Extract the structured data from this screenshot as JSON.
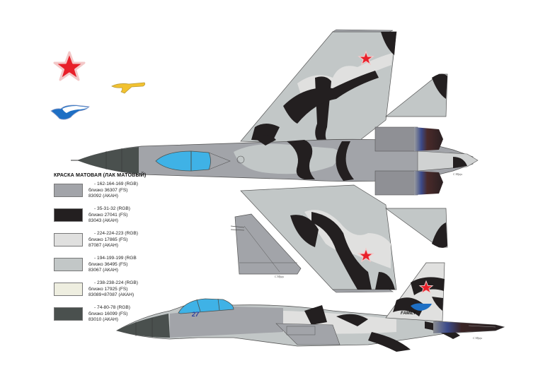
{
  "legend": {
    "title": "КРАСКА МАТОВАЯ (ЛАК МАТОВЫЙ)",
    "items": [
      {
        "rgb_line": "-   162-164-169 (RGB)",
        "fs_line": "близко 36307 (FS)",
        "akan_line": "83092 (АКАН)",
        "color": "#a2a4a9"
      },
      {
        "rgb_line": "-   35-31-32 (RGB)",
        "fs_line": "близко 27041 (FS)",
        "akan_line": "83043 (АКАН)",
        "color": "#231f20"
      },
      {
        "rgb_line": "-   224-224-223 (RGB)",
        "fs_line": "близко 17865 (FS)",
        "akan_line": "87087 (АКАН)",
        "color": "#e0e0df"
      },
      {
        "rgb_line": "-   194-199-199 (RGB",
        "fs_line": "близко 36495 (FS)",
        "akan_line": "83067 (АКАН)",
        "color": "#c2c7c7"
      },
      {
        "rgb_line": "-   238-238-224 (RGB)",
        "fs_line": "близко 17925 (FS)",
        "akan_line": "83089+87087  (АКАН)",
        "color": "#eeeee0"
      },
      {
        "rgb_line": "-   74-80-78 (RGB)",
        "fs_line": "близко 16099 (FS)",
        "akan_line": "83010 (АКАН)",
        "color": "#4a504e"
      }
    ]
  },
  "insignia": [
    {
      "name": "red-star",
      "color": "#e8202a"
    },
    {
      "name": "yellow-eagle-emblem",
      "color": "#f2c230"
    },
    {
      "name": "blue-white-wing-emblem",
      "color": "#1e6fc4"
    }
  ],
  "markings": {
    "side_number": "27",
    "tail_text": "FAMILY",
    "side_number_color": "#2a3f9e"
  },
  "colors": {
    "canopy": "#3fb2e6",
    "radome": "#4a504e",
    "panel_line": "#555555"
  }
}
